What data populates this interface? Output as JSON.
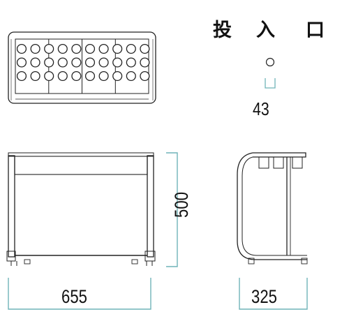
{
  "labels": {
    "inlet_chars": [
      "投",
      "入",
      "口"
    ],
    "hole_diameter": "43",
    "width": "655",
    "height": "500",
    "depth": "325"
  },
  "colors": {
    "line": "#222222",
    "dimension": "#6fb3b8",
    "hole_fill": "#ffffff"
  },
  "top_view": {
    "hole_rows": 3,
    "hole_columns": 10,
    "compartments": 4
  }
}
